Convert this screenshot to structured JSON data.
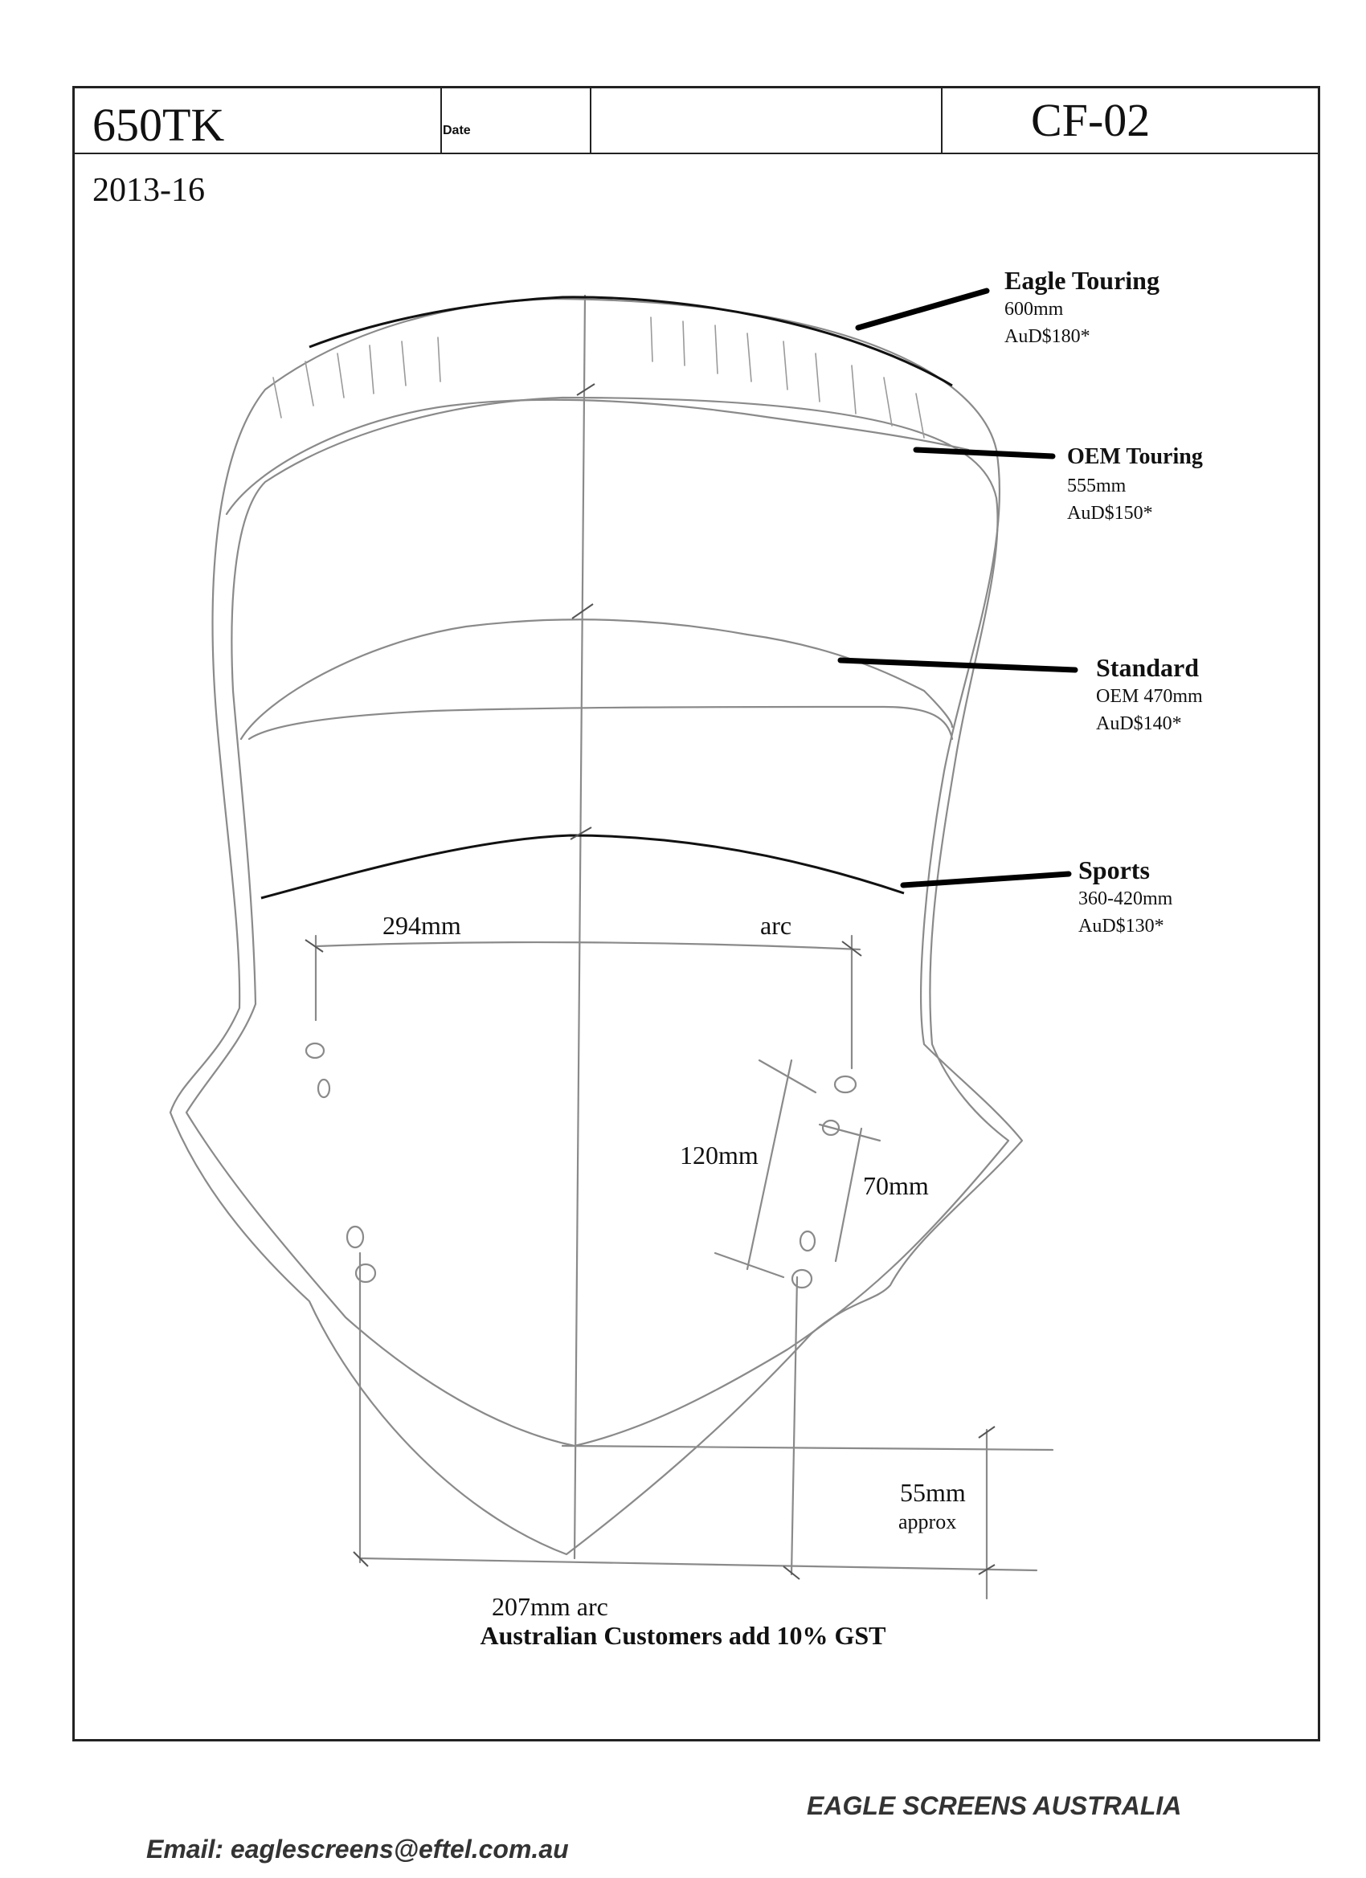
{
  "header": {
    "model": "650TK",
    "date_label": "Date",
    "code": "CF-02"
  },
  "years": "2013-16",
  "callouts": [
    {
      "title": "Eagle Touring",
      "size": "600mm",
      "price": "AuD$180*"
    },
    {
      "title": "OEM Touring",
      "size": "555mm",
      "price": "AuD$150*"
    },
    {
      "title": "Standard",
      "size": "OEM 470mm",
      "price": "AuD$140*"
    },
    {
      "title": "Sports",
      "size": "360-420mm",
      "price": "AuD$130*"
    }
  ],
  "dimensions": {
    "width": "294mm",
    "width_arc": "arc",
    "holes_outer": "120mm",
    "holes_inner": "70mm",
    "depth": "55mm",
    "depth_note": "approx",
    "bottom": "207mm arc"
  },
  "note": "Australian Customers add 10% GST",
  "footer": {
    "company": "EAGLE SCREENS AUSTRALIA",
    "email": "Email: eaglescreens@eftel.com.au"
  }
}
